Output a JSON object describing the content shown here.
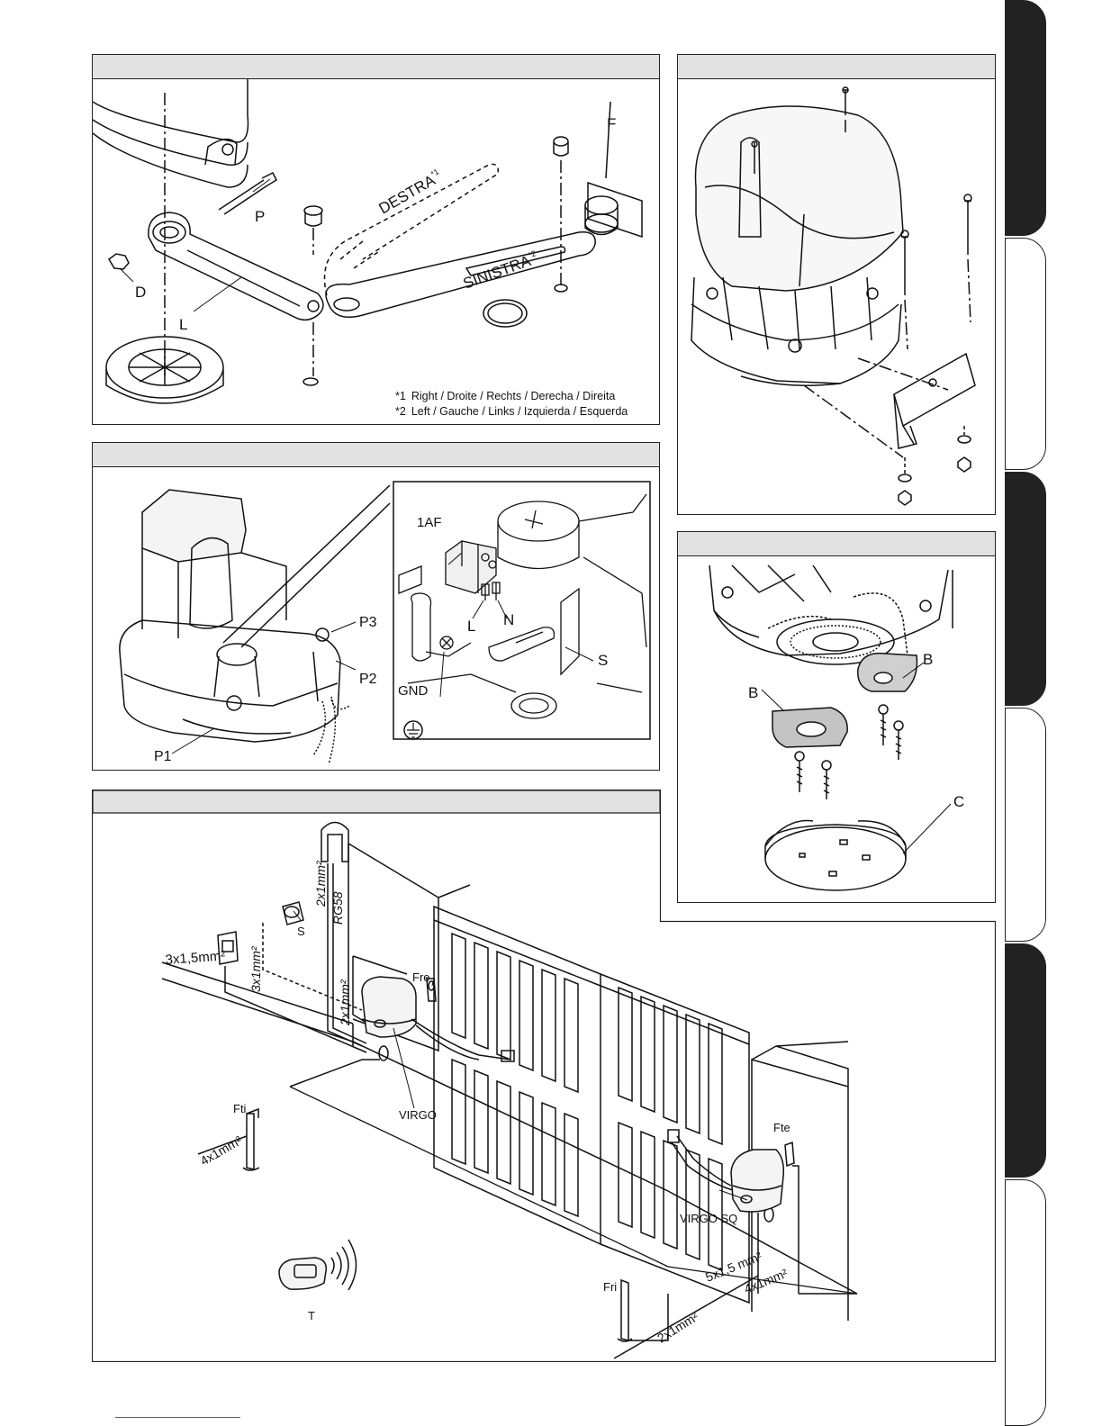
{
  "fig_arm": {
    "labels": {
      "P": "P",
      "D": "D",
      "L": "L",
      "F": "F"
    },
    "destra": "DESTRA",
    "destra_mark": "*1",
    "sinistra": "SINISTRA",
    "sinistra_mark": "*2",
    "legend": [
      {
        "mark": "*1",
        "text": "Right / Droite / Rechts / Derecha / Direita"
      },
      {
        "mark": "*2",
        "text": "Left / Gauche / Links / Izquierda / Esquerda"
      }
    ]
  },
  "fig_wiring": {
    "labels": {
      "p3": "P3",
      "p2": "P2",
      "p1": "P1",
      "af": "1AF",
      "l": "L",
      "n": "N",
      "s": "S",
      "gnd": "GND"
    }
  },
  "fig_stops": {
    "labels": {
      "b1": "B",
      "b2": "B",
      "c": "C"
    }
  },
  "fig_install": {
    "labels": {
      "cable_3x15": "3x1,5mm²",
      "cable_3x1": "3x1mm²",
      "cable_2x1_top": "2x1mm²",
      "rg58": "RG58",
      "cable_2x1_mid": "2x1mm²",
      "s": "S",
      "fre": "Fre",
      "virgo": "VIRGO",
      "fti": "Fti",
      "cable_4x1_left": "4x1mm²",
      "fte": "Fte",
      "virgo_sq": "VIRGO SQ",
      "cable_5x15": "5x1,5 mm²",
      "cable_4x1_right": "4x1mm²",
      "fri": "Fri",
      "cable_2x1_bottom": "2x1mm²",
      "t": "T"
    }
  },
  "colors": {
    "tab_dark": "#222222",
    "panel_header": "#e2e2e2",
    "footer_link": "#3a5fd0"
  }
}
